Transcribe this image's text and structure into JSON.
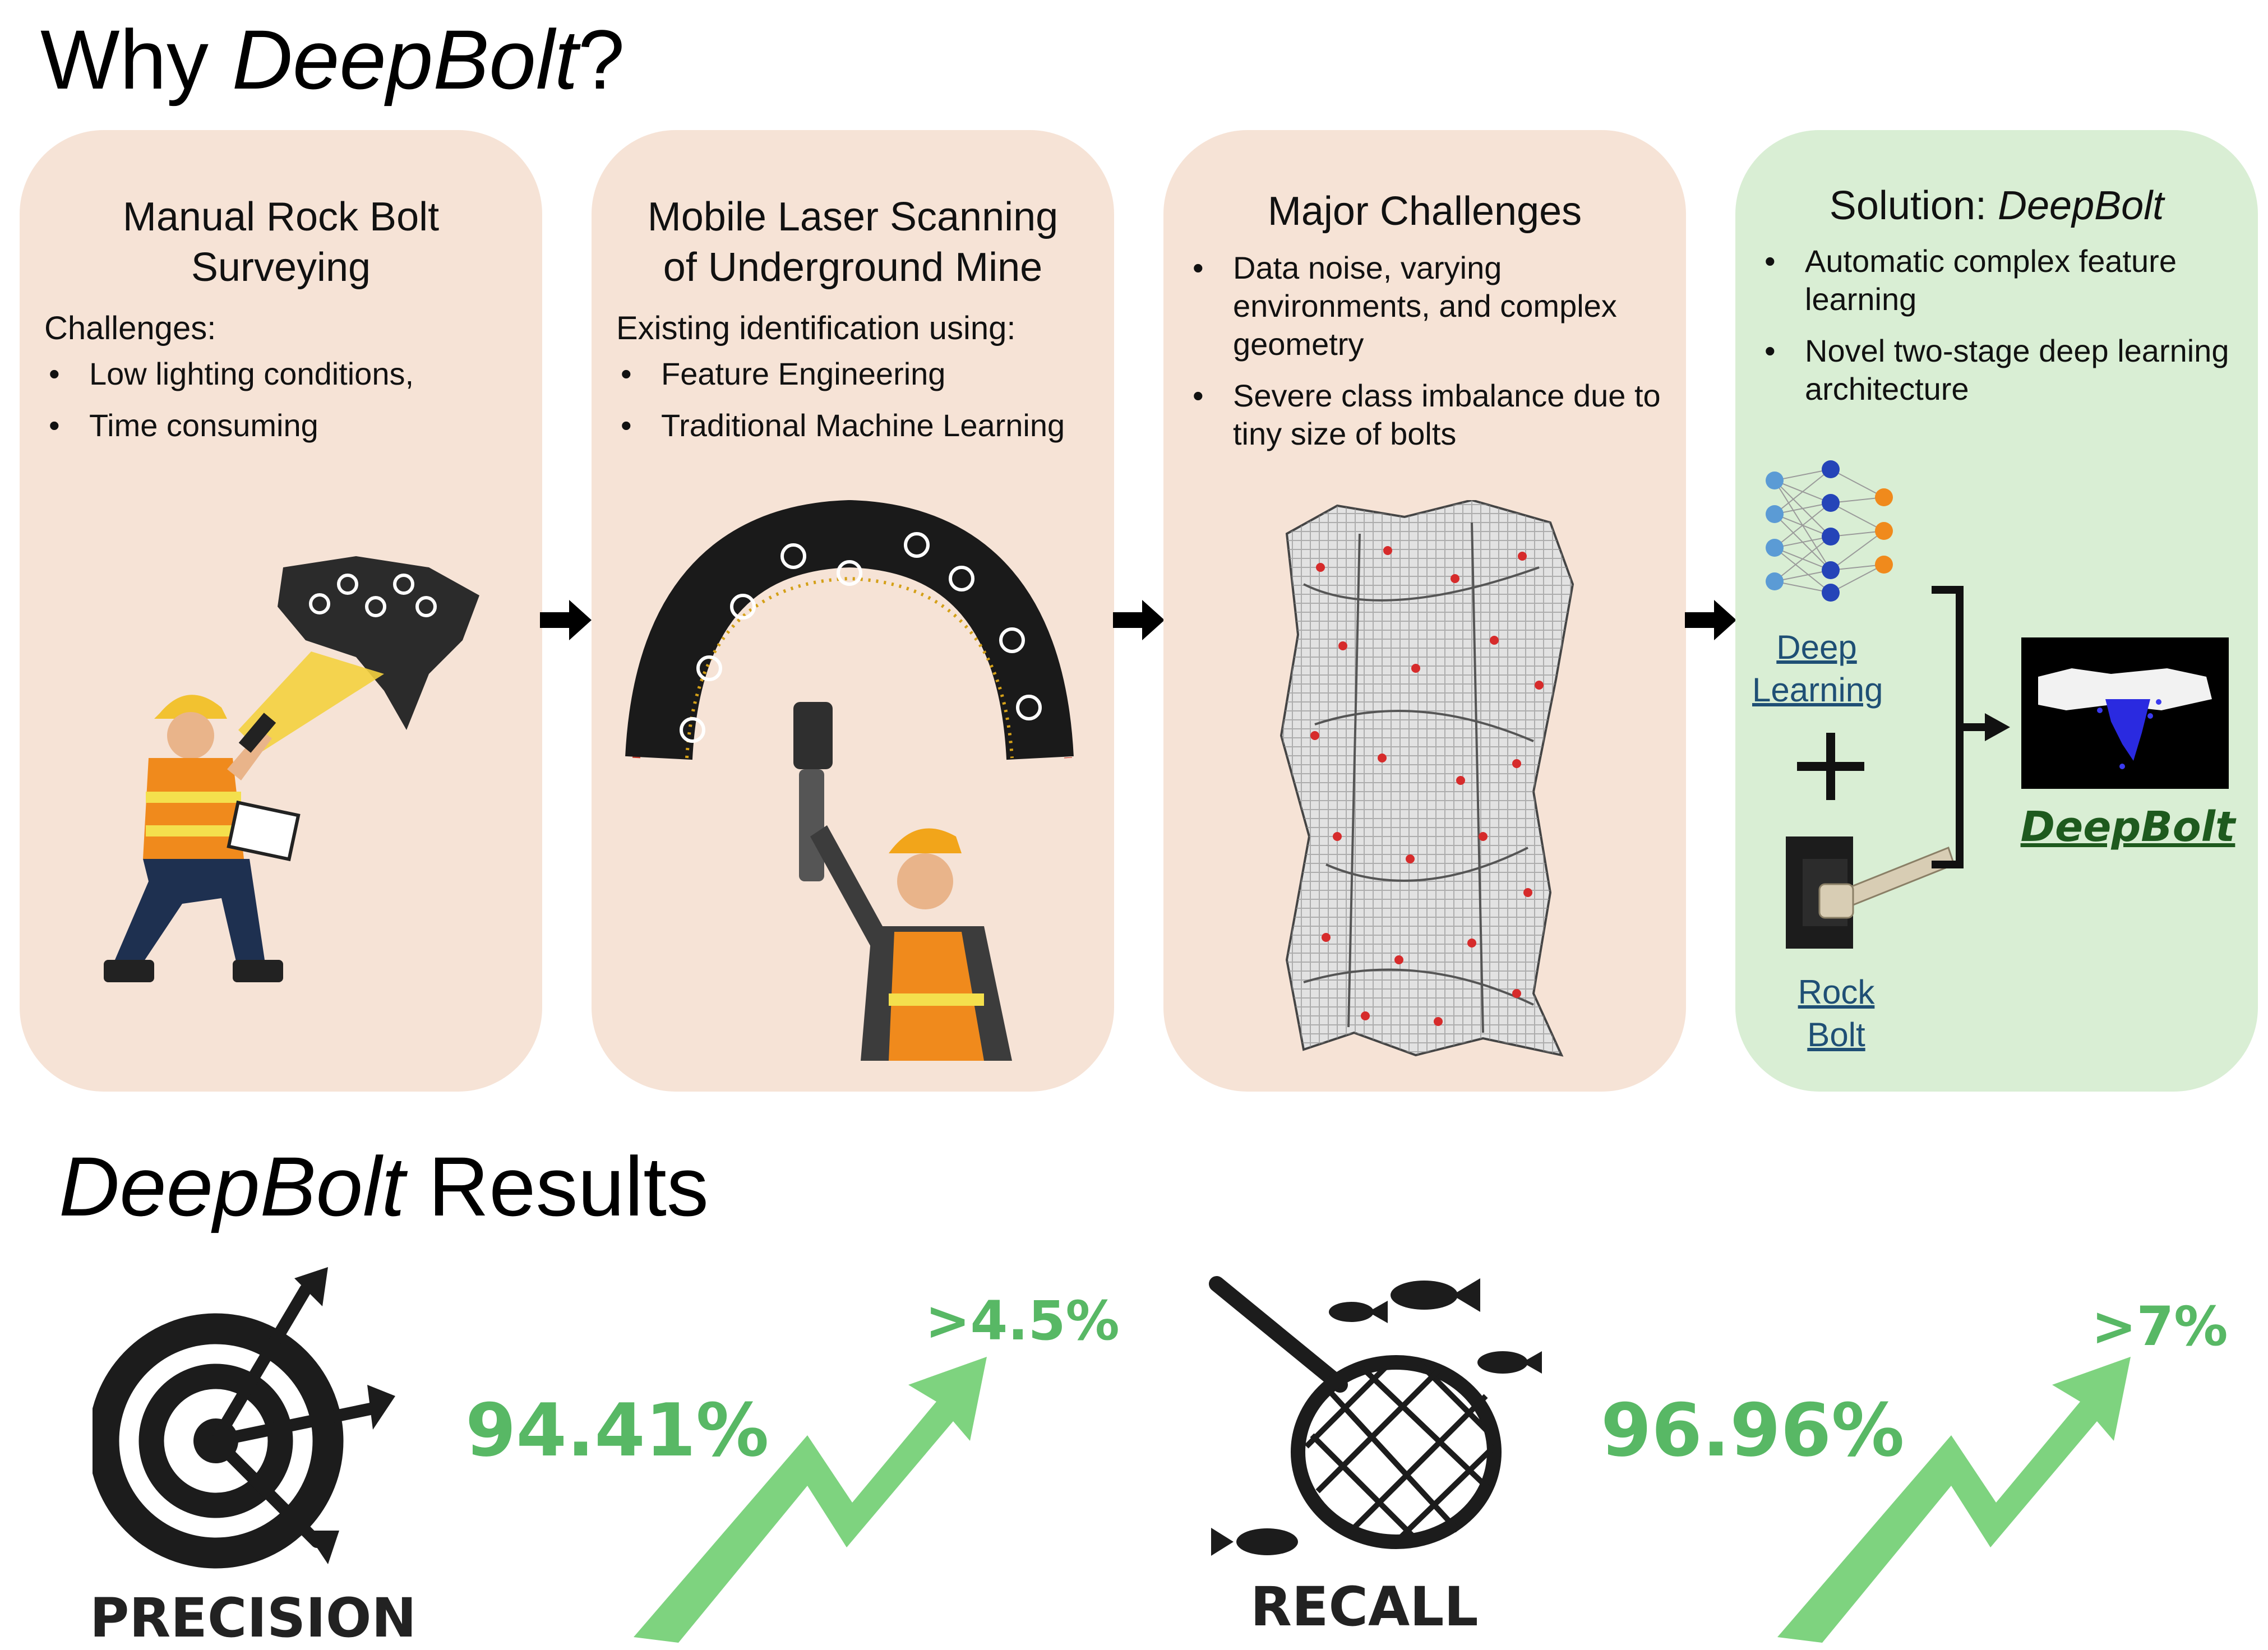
{
  "header": {
    "prefix": "Why ",
    "brand": "DeepBolt",
    "suffix": "?"
  },
  "panels": [
    {
      "title_line1": "Manual Rock Bolt",
      "title_line2": "Surveying",
      "subtitle": "Challenges:",
      "bullets": [
        "Low lighting conditions,",
        "Time consuming"
      ]
    },
    {
      "title_line1": "Mobile Laser Scanning",
      "title_line2": "of Underground Mine",
      "subtitle": "Existing identification using:",
      "bullets": [
        "Feature Engineering",
        "Traditional Machine Learning"
      ]
    },
    {
      "title": "Major Challenges",
      "bullets": [
        "Data noise, varying environments, and complex geometry",
        "Severe class imbalance due to tiny size of bolts"
      ]
    },
    {
      "title_prefix": "Solution: ",
      "title_brand": "DeepBolt",
      "bullets": [
        "Automatic complex feature learning",
        "Novel two-stage deep learning architecture"
      ],
      "dl_line1": "Deep",
      "dl_line2": "Learning",
      "rb_line1": "Rock",
      "rb_line2": "Bolt",
      "result_label": "DeepBolt"
    }
  ],
  "results": {
    "heading_brand": "DeepBolt",
    "heading_rest": " Results",
    "precision": {
      "value": "94.41%",
      "gain": ">4.5%",
      "label": "PRECISION"
    },
    "recall": {
      "value": "96.96%",
      "gain": ">7%",
      "label": "RECALL"
    }
  },
  "colors": {
    "panel": "#f6e3d6",
    "panel_solution": "#d9eed4",
    "metric_green": "#58b865",
    "arrow_green": "#7ed37f",
    "link_blue": "#1f4f75",
    "brand_green": "#1e5a1e"
  },
  "icons": [
    "flashlight-worker-icon",
    "laser-scanner-worker-icon",
    "point-cloud-icon",
    "neural-network-icon",
    "plus-icon",
    "rock-bolt-icon",
    "bracket-icon",
    "point-cloud-result-icon",
    "target-arrows-icon",
    "fishing-net-icon",
    "trend-up-arrow-icon",
    "right-arrow-icon"
  ]
}
